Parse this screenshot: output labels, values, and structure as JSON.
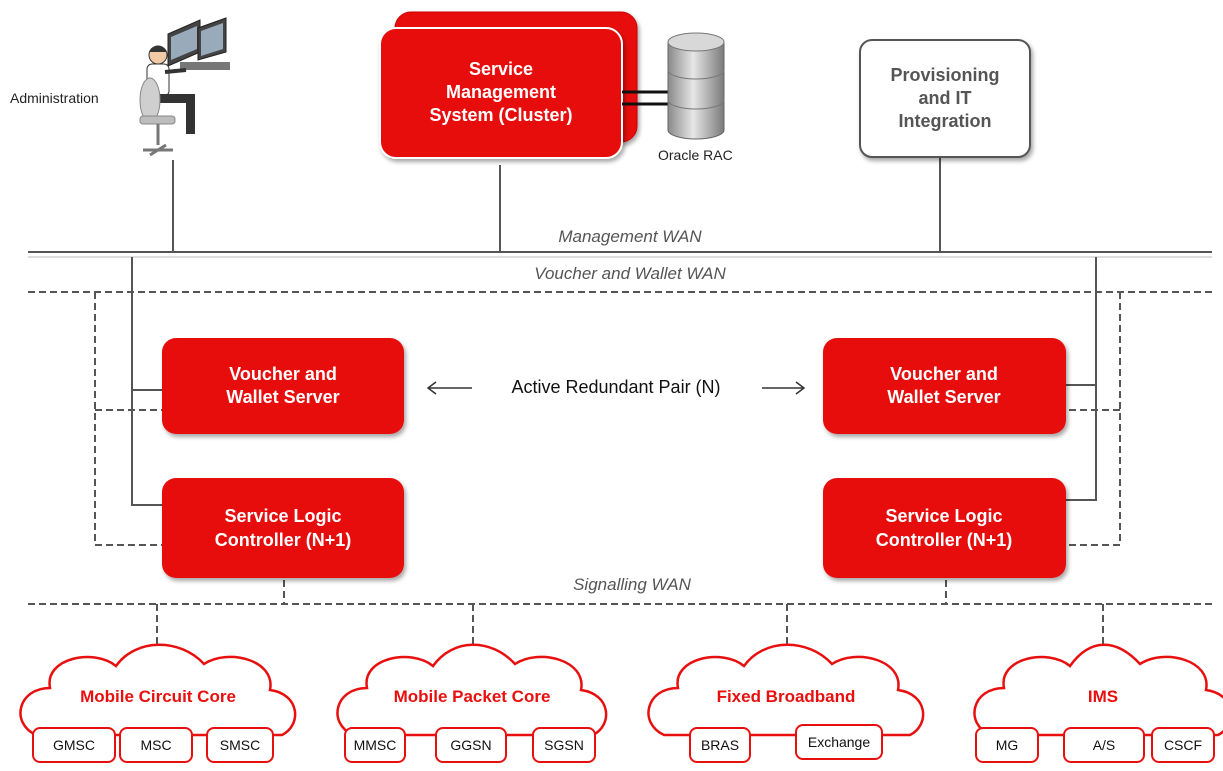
{
  "administration_label": "Administration",
  "sms": {
    "line1": "Service",
    "line2": "Management",
    "line3": "System (Cluster)"
  },
  "database_label": "Oracle RAC",
  "provisioning": {
    "line1": "Provisioning",
    "line2": "and IT",
    "line3": "Integration"
  },
  "wans": {
    "management": "Management  WAN",
    "voucher_wallet": "Voucher and Wallet WAN",
    "signalling": "Signalling WAN"
  },
  "vws_left": {
    "line1": "Voucher and",
    "line2": "Wallet Server"
  },
  "vws_right": {
    "line1": "Voucher and",
    "line2": "Wallet Server"
  },
  "pair_label": "Active Redundant  Pair (N)",
  "slc_left": {
    "line1": "Service Logic",
    "line2": "Controller (N+1)"
  },
  "slc_right": {
    "line1": "Service Logic",
    "line2": "Controller (N+1)"
  },
  "clouds": [
    {
      "title": "Mobile Circuit Core",
      "nodes": [
        "GMSC",
        "MSC",
        "SMSC"
      ]
    },
    {
      "title": "Mobile Packet Core",
      "nodes": [
        "MMSC",
        "GGSN",
        "SGSN"
      ]
    },
    {
      "title": "Fixed Broadband",
      "nodes": [
        "BRAS",
        "Exchange"
      ]
    },
    {
      "title": "IMS",
      "nodes": [
        "MG",
        "A/S",
        "CSCF"
      ]
    }
  ],
  "colors": {
    "accent_red": "#e8100f",
    "line_gray": "#555555"
  },
  "icons": {
    "administrator": "operator-workstation-icon",
    "database": "database-cylinder-icon"
  }
}
